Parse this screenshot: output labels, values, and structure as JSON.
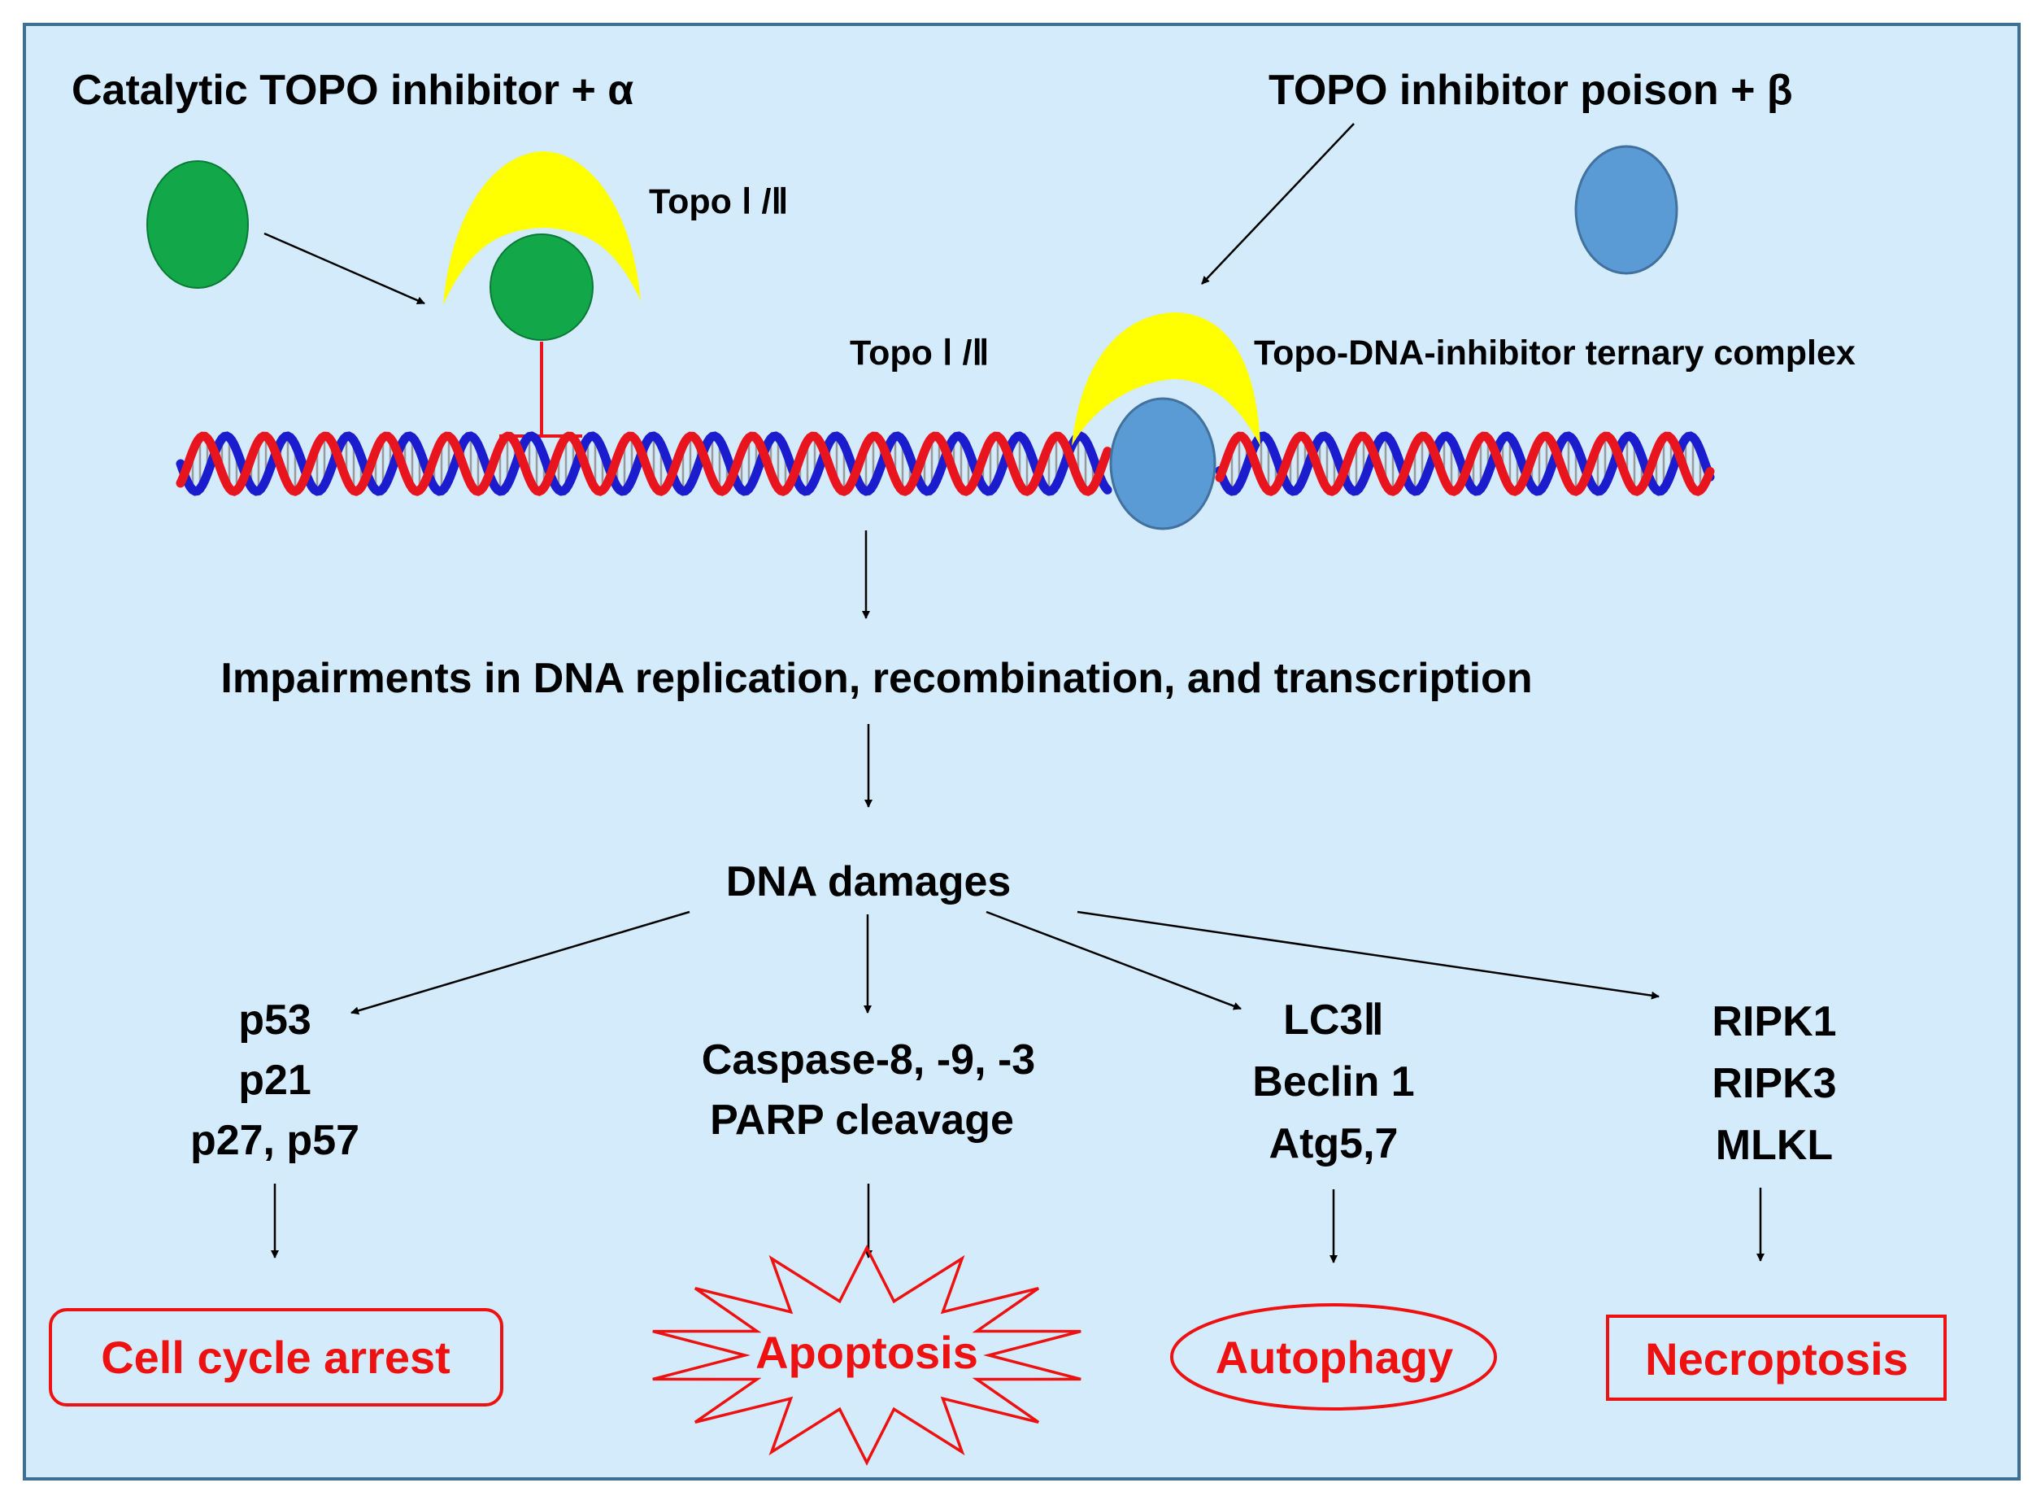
{
  "header": {
    "left_title": "Catalytic TOPO inhibitor + α",
    "right_title": "TOPO inhibitor poison + β"
  },
  "labels": {
    "topo_left": "Topo Ⅰ /Ⅱ",
    "topo_right": "Topo  Ⅰ /Ⅱ",
    "ternary_complex": "Topo-DNA-inhibitor ternary complex",
    "impairments": "Impairments in DNA replication, recombination, and transcription",
    "dna_damages": "DNA damages"
  },
  "branches": [
    {
      "markers": [
        "p53",
        "p21",
        "p27, p57"
      ],
      "outcome": "Cell cycle arrest"
    },
    {
      "markers": [
        "Caspase-8, -9, -3",
        "PARP cleavage"
      ],
      "outcome": "Apoptosis"
    },
    {
      "markers": [
        "LC3Ⅱ",
        "Beclin 1",
        "Atg5,7"
      ],
      "outcome": "Autophagy"
    },
    {
      "markers": [
        "RIPK1",
        "RIPK3",
        "MLKL"
      ],
      "outcome": "Necroptosis"
    }
  ],
  "colors": {
    "background": "#d3ebfb",
    "border": "#3d6f94",
    "catalytic_inhibitor": "#12a84a",
    "poison_inhibitor": "#5b9bd5",
    "topo_enzyme": "#ffff00",
    "dna_strand_red": "#e8141e",
    "dna_strand_blue": "#1c1ccf",
    "outcome_red": "#ee1111"
  }
}
